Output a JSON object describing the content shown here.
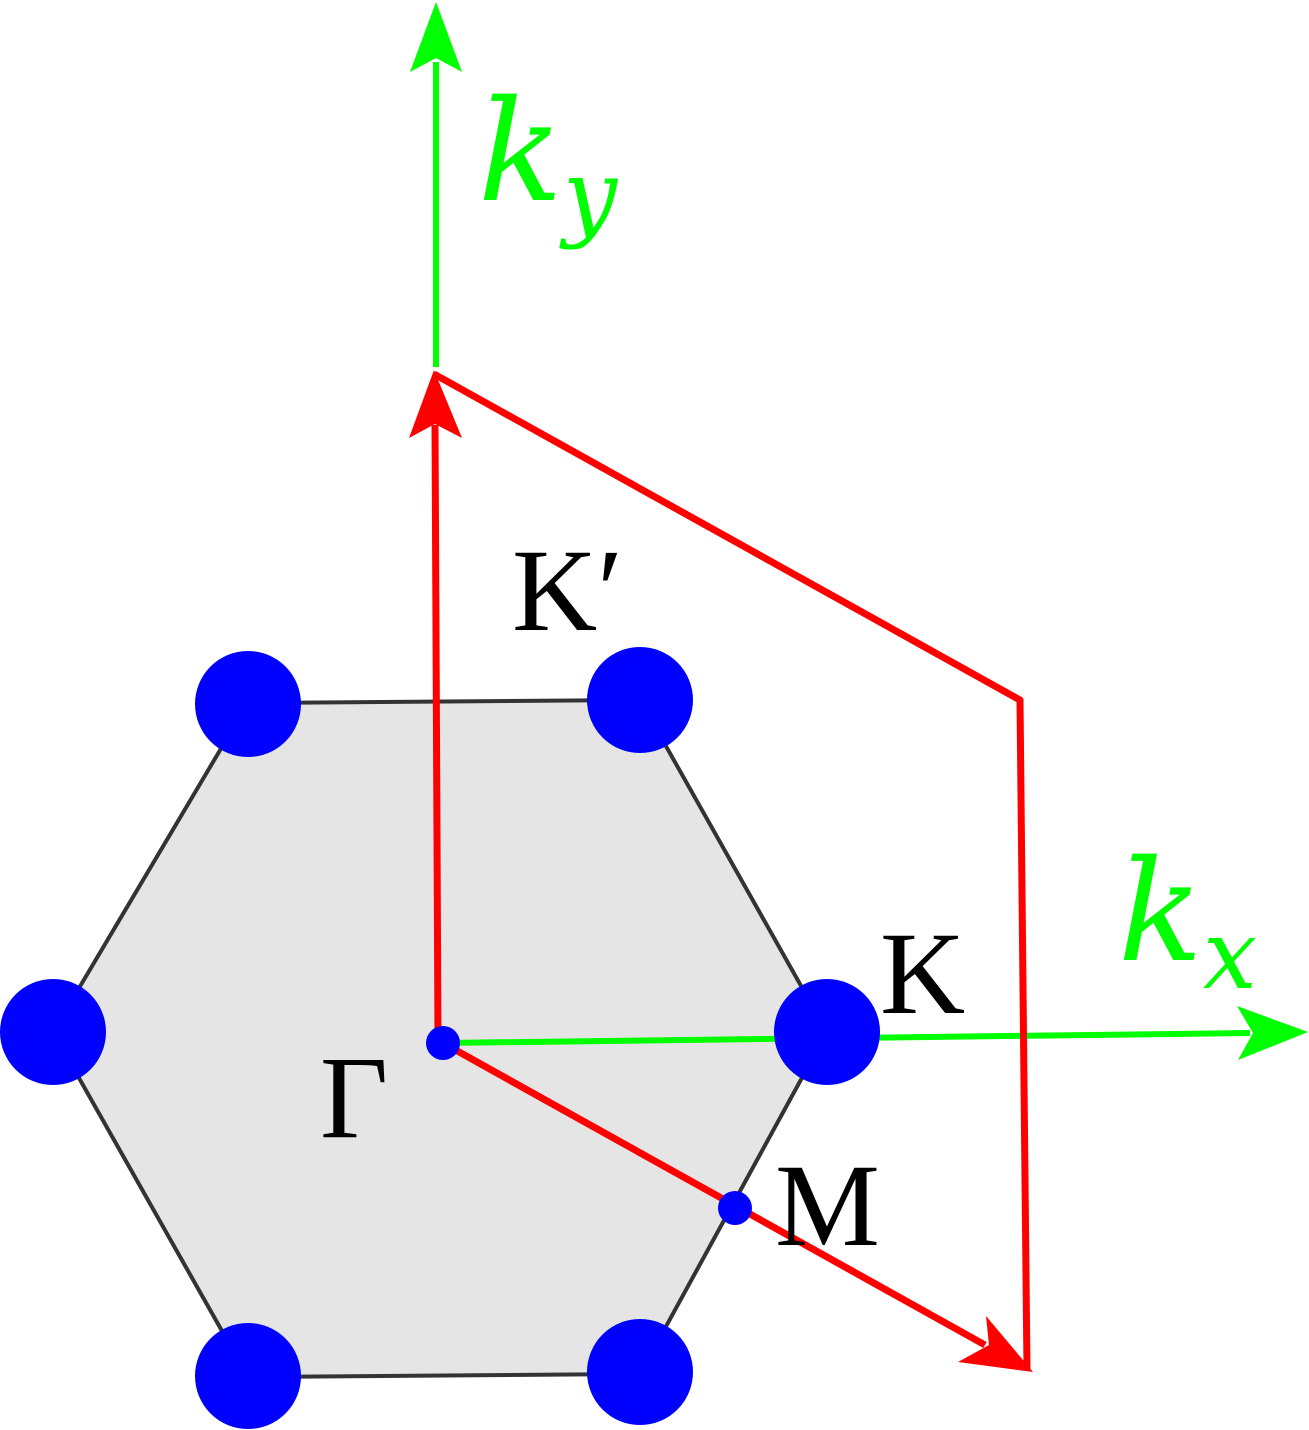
{
  "labels": {
    "gamma": "Γ",
    "k_point": "K",
    "k_prime_point": "K′",
    "m_point": "M",
    "kx_main": "k",
    "kx_sub": "x",
    "ky_main": "k",
    "ky_sub": "y"
  },
  "colors": {
    "background": "#ffffff",
    "hexagon_fill": "#e5e5e5",
    "hexagon_stroke": "#333333",
    "axis": "#00ff00",
    "reciprocal_vectors": "#ff0000",
    "points": "#0000ff",
    "text": "#000000"
  }
}
